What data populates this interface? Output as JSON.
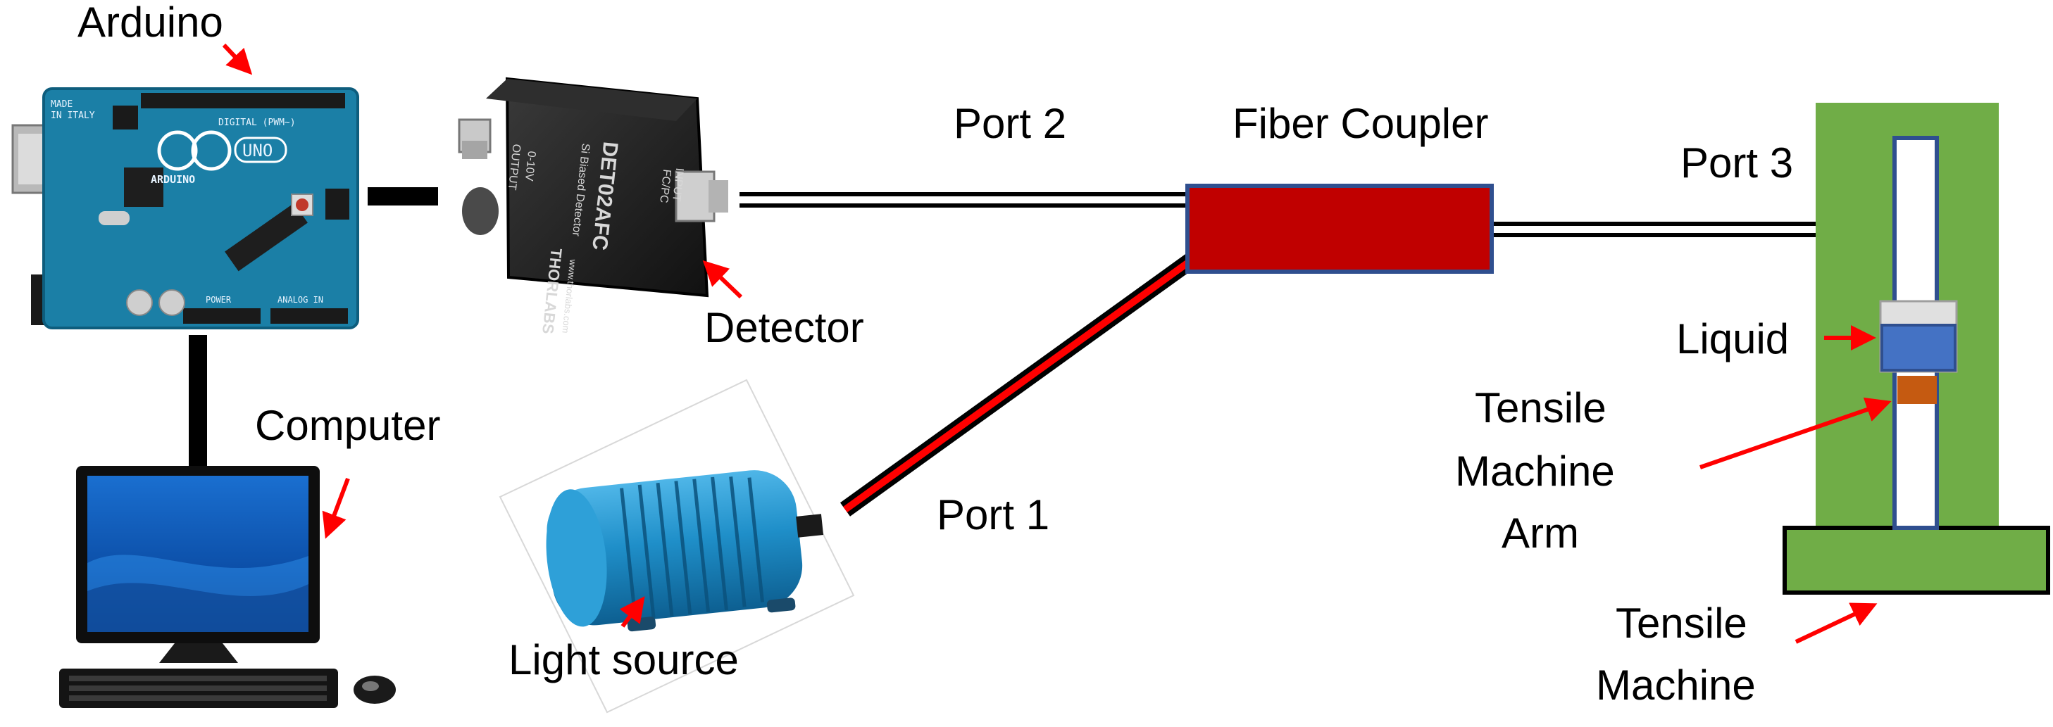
{
  "labels": {
    "arduino": "Arduino",
    "computer": "Computer",
    "detector": "Detector",
    "light_source": "Light source",
    "port1": "Port 1",
    "port2": "Port 2",
    "port3": "Port 3",
    "fiber_coupler": "Fiber Coupler",
    "liquid": "Liquid",
    "arm_line1": "Tensile",
    "arm_line2": "Machine",
    "arm_line3": "Arm",
    "machine_line1": "Tensile",
    "machine_line2": "Machine"
  },
  "board_text": {
    "made_in": "MADE",
    "in_italy": "IN ITALY",
    "digital": "DIGITAL (PWM~)",
    "brand": "ARDUINO",
    "model": "UNO",
    "power": "POWER",
    "analog_in": "ANALOG IN"
  },
  "detector_text": {
    "output": "OUTPUT",
    "output_range": "0-10V",
    "input": "INPUT",
    "input_type": "FC/PC",
    "model": "DET02AFC",
    "subtitle": "Si Biased Detector",
    "brand": "THORLABS",
    "url": "www.thorlabs.com"
  },
  "colors": {
    "coupler_fill": "#c00000",
    "coupler_border": "#2f4f8f",
    "machine_green": "#70ad47",
    "liquid_blue": "#4472c4",
    "specimen_orange": "#c55a11",
    "arrow_red": "#ff0000",
    "arduino_teal": "#1b7fa6",
    "lightsource_blue": "#1f8fc9"
  }
}
